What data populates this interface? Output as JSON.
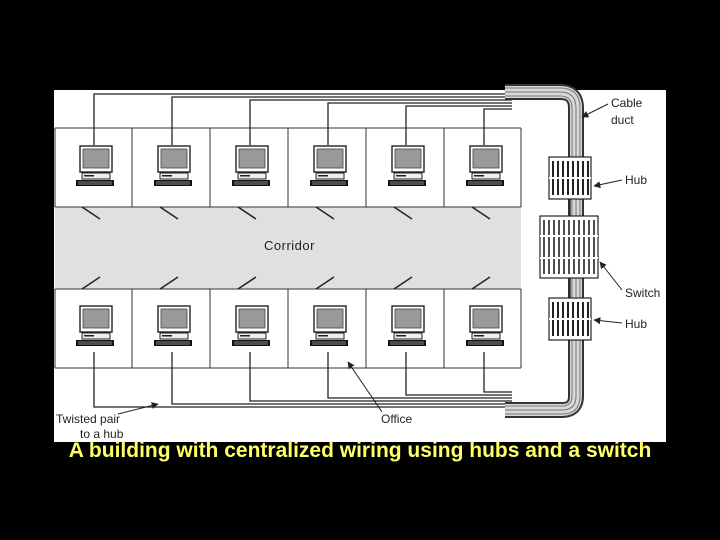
{
  "labels": {
    "cable_duct": [
      "Cable",
      "duct"
    ],
    "hub": "Hub",
    "switch": "Switch",
    "corridor": "Corridor",
    "office": "Office",
    "twisted_pair": [
      "Twisted pair",
      "to a hub"
    ]
  },
  "caption": "A building with centralized wiring using hubs and a switch",
  "colors": {
    "background": "#000000",
    "diagram_bg": "#ffffff",
    "corridor": "#e0e0e0",
    "caption": "#ffff66"
  },
  "icons": {
    "workstation": "computer-icon",
    "hub": "hub-icon",
    "switch": "switch-icon"
  }
}
